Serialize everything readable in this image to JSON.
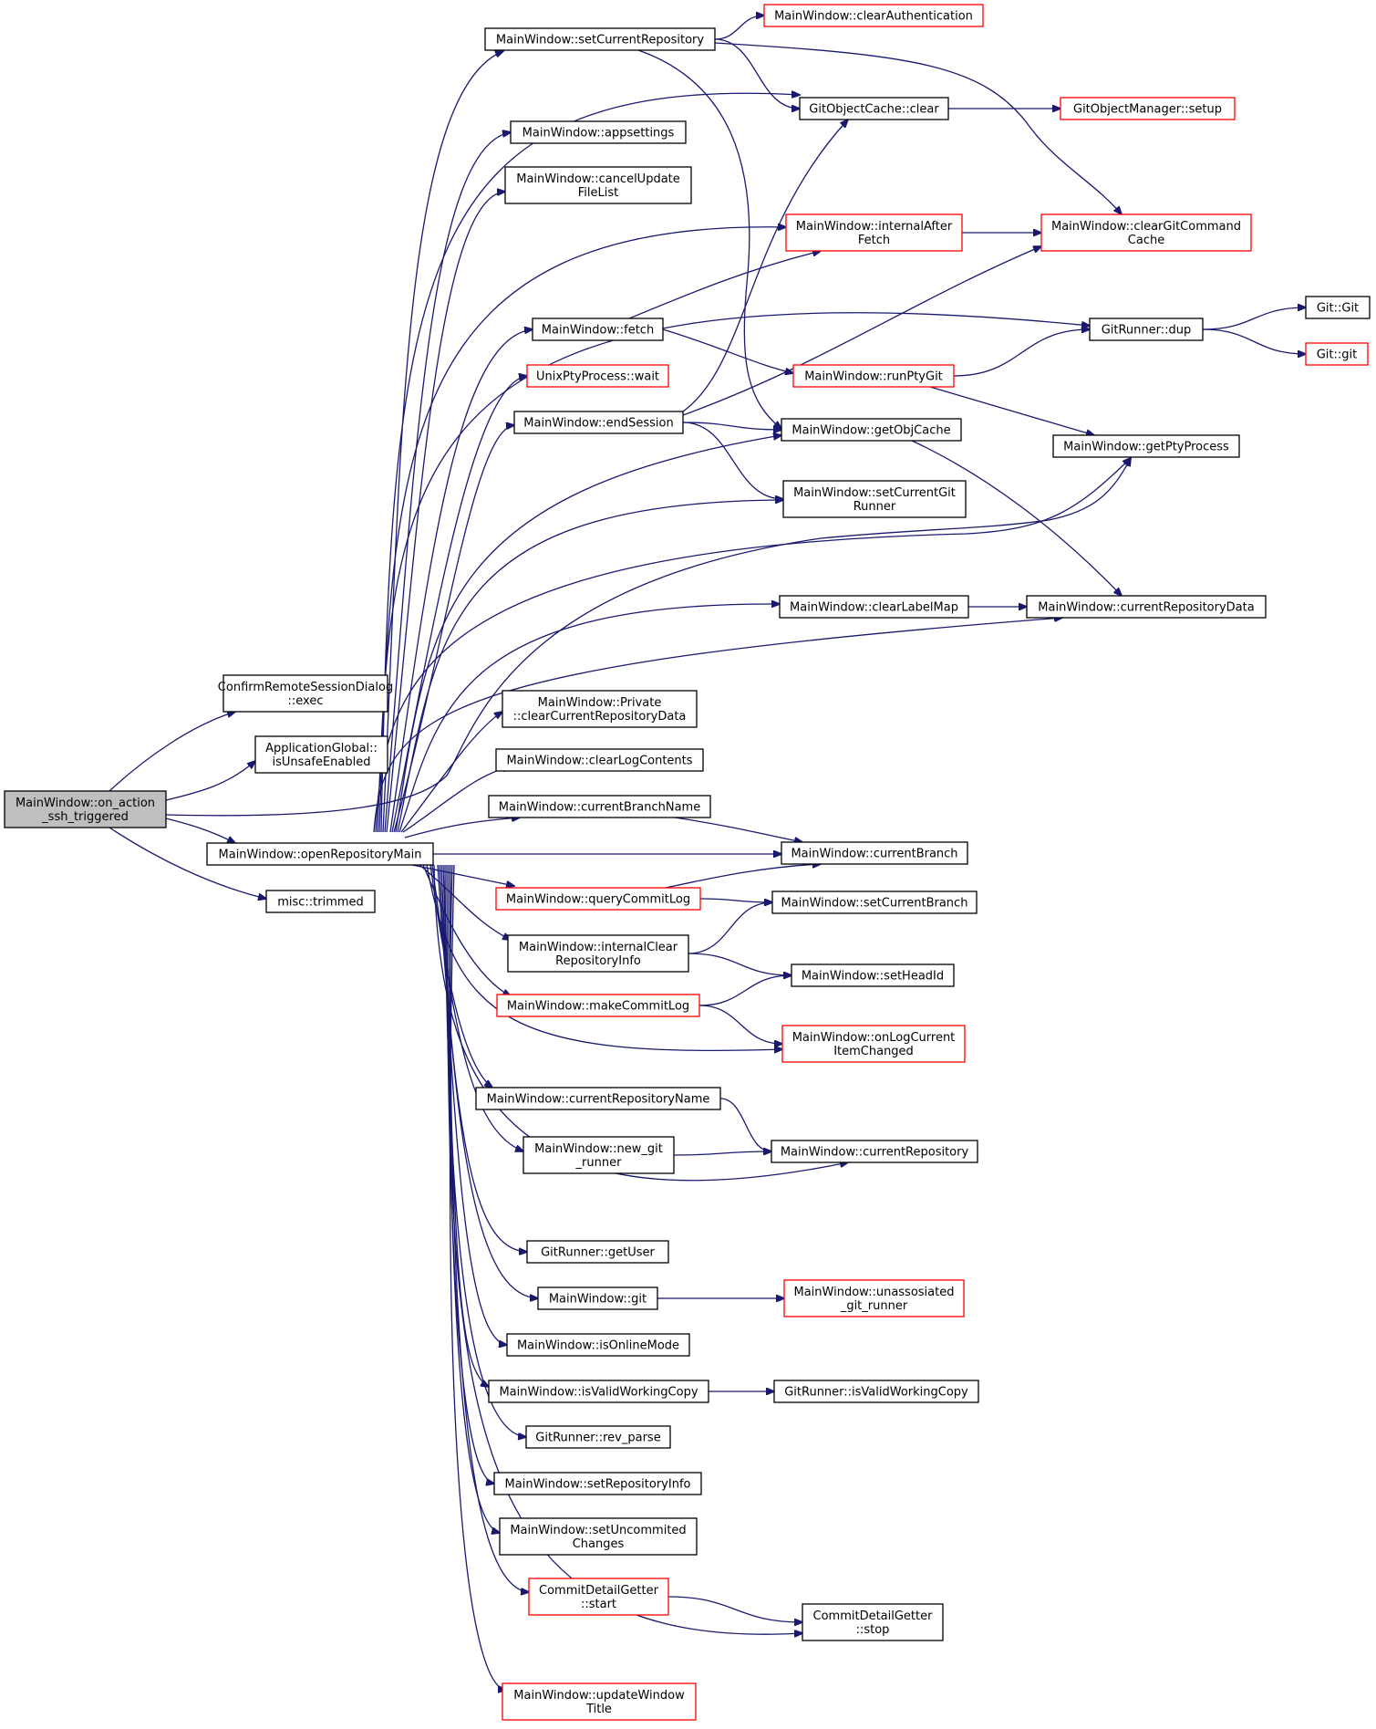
{
  "diagram": {
    "colors": {
      "edge": "#191970",
      "box_border_normal": "#000000",
      "box_border_truncated": "#ff0000",
      "root_fill": "#bfbfbf",
      "node_fill": "#ffffff"
    },
    "nodes": [
      {
        "id": "root",
        "lines": [
          "MainWindow::on_action",
          "_ssh_triggered"
        ],
        "style": "root"
      },
      {
        "id": "exec",
        "lines": [
          "ConfirmRemoteSessionDialog",
          "::exec"
        ],
        "style": "normal"
      },
      {
        "id": "unsafe",
        "lines": [
          "ApplicationGlobal::",
          "isUnsafeEnabled"
        ],
        "style": "normal"
      },
      {
        "id": "openRepo",
        "lines": [
          "MainWindow::openRepositoryMain"
        ],
        "style": "normal"
      },
      {
        "id": "trimmed",
        "lines": [
          "misc::trimmed"
        ],
        "style": "normal"
      },
      {
        "id": "setCurRepo",
        "lines": [
          "MainWindow::setCurrentRepository"
        ],
        "style": "normal"
      },
      {
        "id": "clearAuth",
        "lines": [
          "MainWindow::clearAuthentication"
        ],
        "style": "red"
      },
      {
        "id": "objCacheClear",
        "lines": [
          "GitObjectCache::clear"
        ],
        "style": "normal"
      },
      {
        "id": "objMgrSetup",
        "lines": [
          "GitObjectManager::setup"
        ],
        "style": "red"
      },
      {
        "id": "appsettings",
        "lines": [
          "MainWindow::appsettings"
        ],
        "style": "normal"
      },
      {
        "id": "cancelUpdate",
        "lines": [
          "MainWindow::cancelUpdate",
          "FileList"
        ],
        "style": "normal"
      },
      {
        "id": "internalAfterFetch",
        "lines": [
          "MainWindow::internalAfter",
          "Fetch"
        ],
        "style": "red"
      },
      {
        "id": "clearGitCmdCache",
        "lines": [
          "MainWindow::clearGitCommand",
          "Cache"
        ],
        "style": "red"
      },
      {
        "id": "fetch",
        "lines": [
          "MainWindow::fetch"
        ],
        "style": "normal"
      },
      {
        "id": "runnerDup",
        "lines": [
          "GitRunner::dup"
        ],
        "style": "normal"
      },
      {
        "id": "gitGit",
        "lines": [
          "Git::Git"
        ],
        "style": "normal"
      },
      {
        "id": "gitgit",
        "lines": [
          "Git::git"
        ],
        "style": "red"
      },
      {
        "id": "ptyWait",
        "lines": [
          "UnixPtyProcess::wait"
        ],
        "style": "red"
      },
      {
        "id": "runPtyGit",
        "lines": [
          "MainWindow::runPtyGit"
        ],
        "style": "red"
      },
      {
        "id": "endSession",
        "lines": [
          "MainWindow::endSession"
        ],
        "style": "normal"
      },
      {
        "id": "getObjCache",
        "lines": [
          "MainWindow::getObjCache"
        ],
        "style": "normal"
      },
      {
        "id": "getPtyProcess",
        "lines": [
          "MainWindow::getPtyProcess"
        ],
        "style": "normal"
      },
      {
        "id": "setCurGitRunner",
        "lines": [
          "MainWindow::setCurrentGit",
          "Runner"
        ],
        "style": "normal"
      },
      {
        "id": "clearLabelMap",
        "lines": [
          "MainWindow::clearLabelMap"
        ],
        "style": "normal"
      },
      {
        "id": "curRepoData",
        "lines": [
          "MainWindow::currentRepositoryData"
        ],
        "style": "normal"
      },
      {
        "id": "privClear",
        "lines": [
          "MainWindow::Private",
          "::clearCurrentRepositoryData"
        ],
        "style": "normal"
      },
      {
        "id": "clearLog",
        "lines": [
          "MainWindow::clearLogContents"
        ],
        "style": "normal"
      },
      {
        "id": "curBranchName",
        "lines": [
          "MainWindow::currentBranchName"
        ],
        "style": "normal"
      },
      {
        "id": "curBranch",
        "lines": [
          "MainWindow::currentBranch"
        ],
        "style": "normal"
      },
      {
        "id": "queryCommitLog",
        "lines": [
          "MainWindow::queryCommitLog"
        ],
        "style": "red"
      },
      {
        "id": "setCurBranch",
        "lines": [
          "MainWindow::setCurrentBranch"
        ],
        "style": "normal"
      },
      {
        "id": "internalClear",
        "lines": [
          "MainWindow::internalClear",
          "RepositoryInfo"
        ],
        "style": "normal"
      },
      {
        "id": "setHeadId",
        "lines": [
          "MainWindow::setHeadId"
        ],
        "style": "normal"
      },
      {
        "id": "makeCommitLog",
        "lines": [
          "MainWindow::makeCommitLog"
        ],
        "style": "red"
      },
      {
        "id": "onLogCurrent",
        "lines": [
          "MainWindow::onLogCurrent",
          "ItemChanged"
        ],
        "style": "red"
      },
      {
        "id": "curRepoName",
        "lines": [
          "MainWindow::currentRepositoryName"
        ],
        "style": "normal"
      },
      {
        "id": "newGitRunner",
        "lines": [
          "MainWindow::new_git",
          "_runner"
        ],
        "style": "normal"
      },
      {
        "id": "curRepo",
        "lines": [
          "MainWindow::currentRepository"
        ],
        "style": "normal"
      },
      {
        "id": "getUser",
        "lines": [
          "GitRunner::getUser"
        ],
        "style": "normal"
      },
      {
        "id": "mwGit",
        "lines": [
          "MainWindow::git"
        ],
        "style": "normal"
      },
      {
        "id": "unassoc",
        "lines": [
          "MainWindow::unassosiated",
          "_git_runner"
        ],
        "style": "red"
      },
      {
        "id": "isOnline",
        "lines": [
          "MainWindow::isOnlineMode"
        ],
        "style": "normal"
      },
      {
        "id": "isValidWC",
        "lines": [
          "MainWindow::isValidWorkingCopy"
        ],
        "style": "normal"
      },
      {
        "id": "runnerIsValidWC",
        "lines": [
          "GitRunner::isValidWorkingCopy"
        ],
        "style": "normal"
      },
      {
        "id": "revParse",
        "lines": [
          "GitRunner::rev_parse"
        ],
        "style": "normal"
      },
      {
        "id": "setRepoInfo",
        "lines": [
          "MainWindow::setRepositoryInfo"
        ],
        "style": "normal"
      },
      {
        "id": "setUncommited",
        "lines": [
          "MainWindow::setUncommited",
          "Changes"
        ],
        "style": "normal"
      },
      {
        "id": "cdgStart",
        "lines": [
          "CommitDetailGetter",
          "::start"
        ],
        "style": "red"
      },
      {
        "id": "cdgStop",
        "lines": [
          "CommitDetailGetter",
          "::stop"
        ],
        "style": "normal"
      },
      {
        "id": "updateTitle",
        "lines": [
          "MainWindow::updateWindow",
          "Title"
        ],
        "style": "red"
      }
    ],
    "edges": [
      {
        "from": "root",
        "to": "exec"
      },
      {
        "from": "root",
        "to": "unsafe"
      },
      {
        "from": "root",
        "to": "openRepo"
      },
      {
        "from": "root",
        "to": "trimmed"
      },
      {
        "from": "root",
        "to": "getPtyProcess"
      },
      {
        "from": "openRepo",
        "to": "setCurRepo"
      },
      {
        "from": "openRepo",
        "to": "objCacheClear"
      },
      {
        "from": "openRepo",
        "to": "appsettings"
      },
      {
        "from": "openRepo",
        "to": "cancelUpdate"
      },
      {
        "from": "openRepo",
        "to": "internalAfterFetch"
      },
      {
        "from": "openRepo",
        "to": "runnerDup"
      },
      {
        "from": "openRepo",
        "to": "fetch"
      },
      {
        "from": "openRepo",
        "to": "ptyWait"
      },
      {
        "from": "openRepo",
        "to": "endSession"
      },
      {
        "from": "openRepo",
        "to": "getObjCache"
      },
      {
        "from": "openRepo",
        "to": "setCurGitRunner"
      },
      {
        "from": "openRepo",
        "to": "getPtyProcess"
      },
      {
        "from": "openRepo",
        "to": "clearLabelMap"
      },
      {
        "from": "openRepo",
        "to": "curRepoData"
      },
      {
        "from": "openRepo",
        "to": "privClear"
      },
      {
        "from": "openRepo",
        "to": "clearLog"
      },
      {
        "from": "openRepo",
        "to": "curBranchName"
      },
      {
        "from": "openRepo",
        "to": "curBranch"
      },
      {
        "from": "openRepo",
        "to": "queryCommitLog"
      },
      {
        "from": "openRepo",
        "to": "internalClear"
      },
      {
        "from": "openRepo",
        "to": "makeCommitLog"
      },
      {
        "from": "openRepo",
        "to": "onLogCurrent"
      },
      {
        "from": "openRepo",
        "to": "curRepoName"
      },
      {
        "from": "openRepo",
        "to": "newGitRunner"
      },
      {
        "from": "openRepo",
        "to": "curRepo"
      },
      {
        "from": "openRepo",
        "to": "getUser"
      },
      {
        "from": "openRepo",
        "to": "mwGit"
      },
      {
        "from": "openRepo",
        "to": "isOnline"
      },
      {
        "from": "openRepo",
        "to": "isValidWC"
      },
      {
        "from": "openRepo",
        "to": "revParse"
      },
      {
        "from": "openRepo",
        "to": "setRepoInfo"
      },
      {
        "from": "openRepo",
        "to": "setUncommited"
      },
      {
        "from": "openRepo",
        "to": "cdgStart"
      },
      {
        "from": "openRepo",
        "to": "cdgStop"
      },
      {
        "from": "openRepo",
        "to": "updateTitle"
      },
      {
        "from": "setCurRepo",
        "to": "clearAuth"
      },
      {
        "from": "setCurRepo",
        "to": "objCacheClear"
      },
      {
        "from": "setCurRepo",
        "to": "clearGitCmdCache"
      },
      {
        "from": "setCurRepo",
        "to": "getObjCache"
      },
      {
        "from": "objCacheClear",
        "to": "objMgrSetup"
      },
      {
        "from": "internalAfterFetch",
        "to": "clearGitCmdCache"
      },
      {
        "from": "fetch",
        "to": "internalAfterFetch"
      },
      {
        "from": "fetch",
        "to": "runPtyGit"
      },
      {
        "from": "runnerDup",
        "to": "gitGit"
      },
      {
        "from": "runnerDup",
        "to": "gitgit"
      },
      {
        "from": "runPtyGit",
        "to": "runnerDup"
      },
      {
        "from": "runPtyGit",
        "to": "getPtyProcess"
      },
      {
        "from": "endSession",
        "to": "objCacheClear"
      },
      {
        "from": "endSession",
        "to": "clearGitCmdCache"
      },
      {
        "from": "endSession",
        "to": "getObjCache"
      },
      {
        "from": "endSession",
        "to": "setCurGitRunner"
      },
      {
        "from": "getObjCache",
        "to": "curRepoData"
      },
      {
        "from": "clearLabelMap",
        "to": "curRepoData"
      },
      {
        "from": "curBranchName",
        "to": "curBranch"
      },
      {
        "from": "queryCommitLog",
        "to": "curBranch"
      },
      {
        "from": "queryCommitLog",
        "to": "setCurBranch"
      },
      {
        "from": "internalClear",
        "to": "setCurBranch"
      },
      {
        "from": "internalClear",
        "to": "setHeadId"
      },
      {
        "from": "makeCommitLog",
        "to": "setHeadId"
      },
      {
        "from": "makeCommitLog",
        "to": "onLogCurrent"
      },
      {
        "from": "curRepoName",
        "to": "curRepo"
      },
      {
        "from": "newGitRunner",
        "to": "curRepo"
      },
      {
        "from": "mwGit",
        "to": "unassoc"
      },
      {
        "from": "isValidWC",
        "to": "runnerIsValidWC"
      },
      {
        "from": "cdgStart",
        "to": "cdgStop"
      }
    ]
  }
}
